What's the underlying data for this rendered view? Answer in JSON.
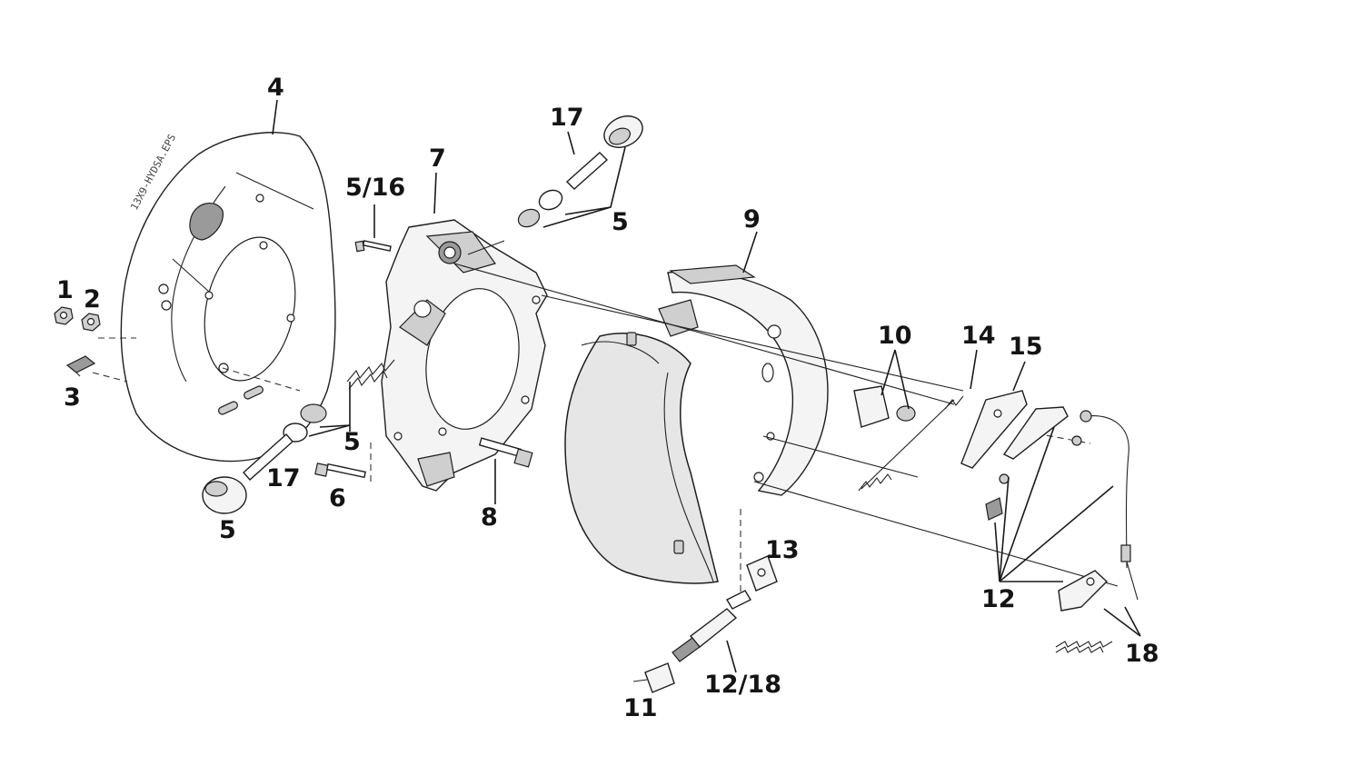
{
  "diagram": {
    "plate_stamp": "13X9-HYDSA.EPS",
    "callouts": {
      "c1": "1",
      "c2": "2",
      "c3": "3",
      "c4": "4",
      "c5a": "5",
      "c5b": "5",
      "c5c": "5",
      "c5_16": "5/16",
      "c6": "6",
      "c7": "7",
      "c8": "8",
      "c9": "9",
      "c10": "10",
      "c11": "11",
      "c12": "12",
      "c12_18": "12/18",
      "c13": "13",
      "c14": "14",
      "c15": "15",
      "c17a": "17",
      "c17b": "17",
      "c18": "18"
    }
  }
}
